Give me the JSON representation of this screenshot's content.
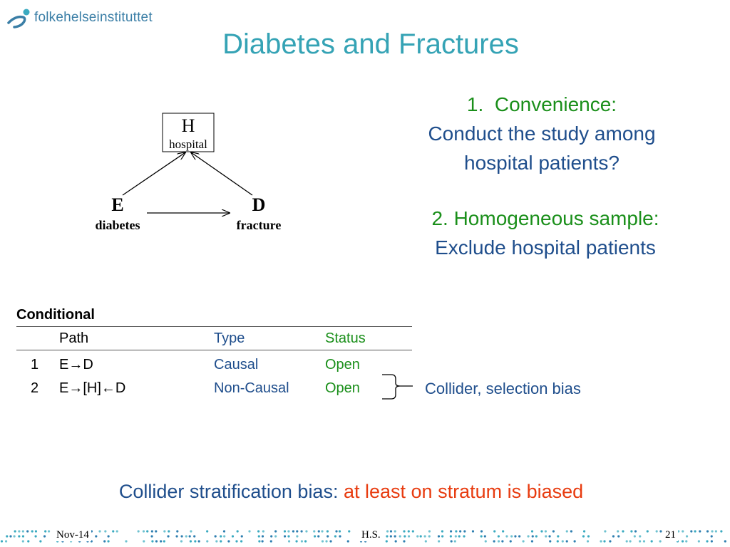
{
  "header": {
    "logo_text": "folkehelseinstituttet",
    "title": "Diabetes and Fractures"
  },
  "diagram": {
    "h_letter": "H",
    "h_label": "hospital",
    "e_letter": "E",
    "e_label": "diabetes",
    "d_letter": "D",
    "d_label": "fracture"
  },
  "points": {
    "p1_number": "1.",
    "p1_head": "Convenience:",
    "p1_line2": "Conduct the study among",
    "p1_line3": "hospital patients?",
    "p2_head": "2. Homogeneous sample:",
    "p2_line2": "Exclude hospital patients"
  },
  "table": {
    "title": "Conditional",
    "headers": {
      "path": "Path",
      "type": "Type",
      "status": "Status"
    },
    "rows": [
      {
        "num": "1",
        "path": "E→D",
        "type": "Causal",
        "status": "Open"
      },
      {
        "num": "2",
        "path": "E→[H]←D",
        "type": "Non-Causal",
        "status": "Open"
      }
    ]
  },
  "note": "Collider, selection bias",
  "bottom": {
    "part1": "Collider stratification bias:",
    "part2": "at least on stratum is biased"
  },
  "footer": {
    "date": "Nov-14",
    "author": "H.S.",
    "page": "21"
  },
  "colors": {
    "title": "#35a3b5",
    "green": "#1a8f1a",
    "blue": "#1f4e8c",
    "red": "#e83c10",
    "logo": "#3a7ea6"
  }
}
